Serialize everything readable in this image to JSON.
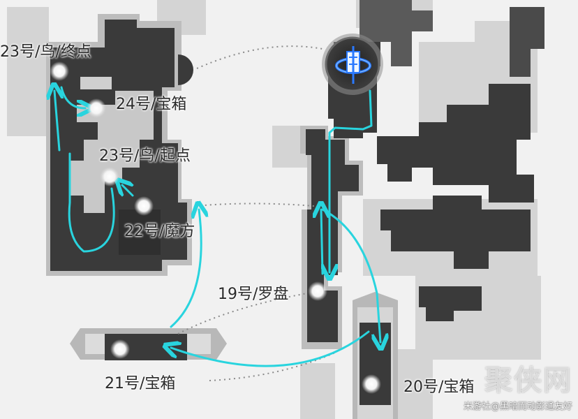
{
  "markers": {
    "m23_end": "23号/鸟/终点",
    "m24": "24号/宝箱",
    "m23_start": "23号/鸟/起点",
    "m22": "22号/魔方",
    "m19": "19号/罗盘",
    "m21": "21号/宝箱",
    "m20": "20号/宝箱"
  },
  "watermark": {
    "brand": "聚侠网",
    "source": "米游社@黑暗而动影通友好"
  },
  "icons": {
    "teleport": "space-anchor-icon",
    "collectible": "white-orb-icon"
  },
  "colors": {
    "route": "#29d4de",
    "building": "#3c3c3c",
    "floor": "#c9c9c9",
    "background": "#f1f1f1",
    "teleport_ring": "#2a79ff"
  }
}
